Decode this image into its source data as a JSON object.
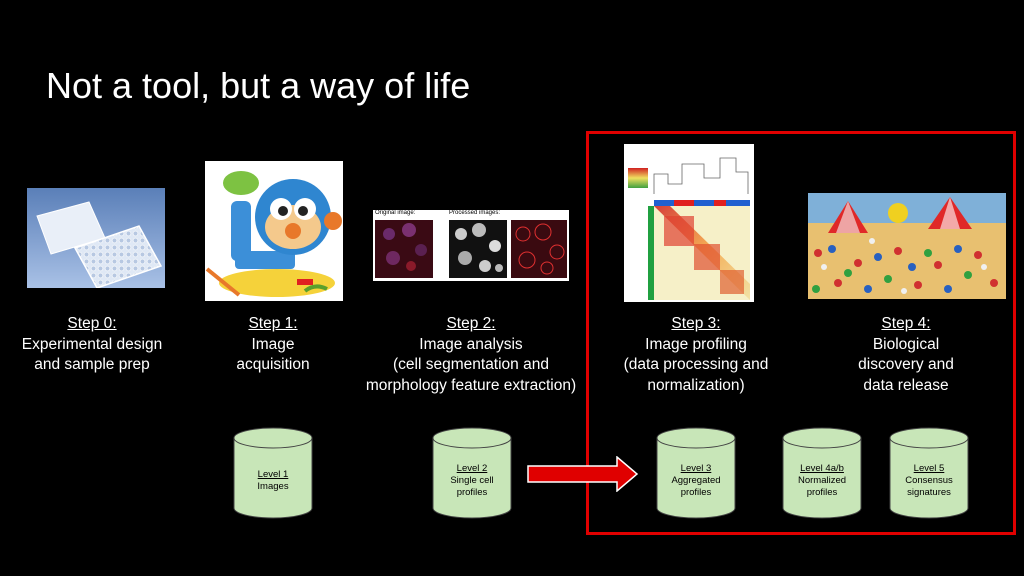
{
  "title": "Not a tool, but a way of life",
  "colors": {
    "background": "#000000",
    "highlight_box": "#e00000",
    "cylinder_fill": "#c8e6b8",
    "arrow": "#e00000"
  },
  "steps": [
    {
      "label": "Step 0:",
      "lines": [
        "Experimental design",
        "and sample prep"
      ]
    },
    {
      "label": "Step 1:",
      "lines": [
        "Image",
        "acquisition"
      ]
    },
    {
      "label": "Step 2:",
      "lines": [
        "Image analysis",
        "(cell segmentation and",
        "morphology feature extraction)"
      ]
    },
    {
      "label": "Step 3:",
      "lines": [
        "Image profiling",
        "(data processing and",
        "normalization)"
      ]
    },
    {
      "label": "Step 4:",
      "lines": [
        "Biological",
        "discovery and",
        "data release"
      ]
    }
  ],
  "images": {
    "analysis_original_label": "Original image:",
    "analysis_processed_label": "Processed images:"
  },
  "levels": [
    {
      "label": "Level 1",
      "lines": [
        "Images"
      ]
    },
    {
      "label": "Level 2",
      "lines": [
        "Single cell",
        "profiles"
      ]
    },
    {
      "label": "Level 3",
      "lines": [
        "Aggregated",
        "profiles"
      ]
    },
    {
      "label": "Level 4a/b",
      "lines": [
        "Normalized",
        "profiles"
      ]
    },
    {
      "label": "Level 5",
      "lines": [
        "Consensus",
        "signatures"
      ]
    }
  ]
}
